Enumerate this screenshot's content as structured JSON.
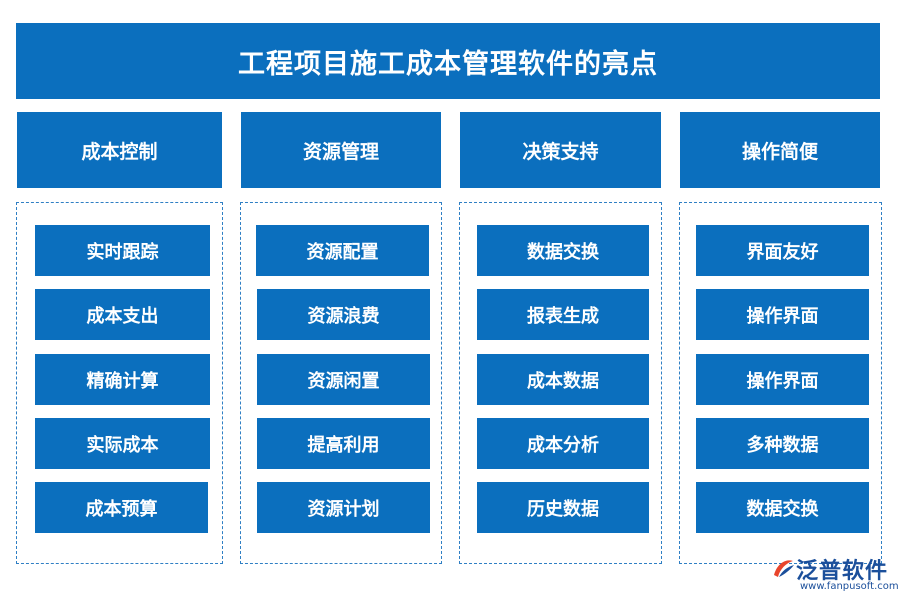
{
  "title": "工程项目施工成本管理软件的亮点",
  "columns": [
    {
      "header": "成本控制",
      "items": [
        "实时跟踪",
        "成本支出",
        "精确计算",
        "实际成本",
        "成本预算"
      ]
    },
    {
      "header": "资源管理",
      "items": [
        "资源配置",
        "资源浪费",
        "资源闲置",
        "提高利用",
        "资源计划"
      ]
    },
    {
      "header": "决策支持",
      "items": [
        "数据交换",
        "报表生成",
        "成本数据",
        "成本分析",
        "历史数据"
      ]
    },
    {
      "header": "操作简便",
      "items": [
        "界面友好",
        "操作界面",
        "操作界面",
        "多种数据",
        "数据交换"
      ]
    }
  ],
  "logo": {
    "brand": "泛普软件",
    "url": "www.fanpusoft.com"
  },
  "colors": {
    "block": "#0b6fbe",
    "panel_border": "#2f7fc4",
    "logo": "#1b4f9b"
  }
}
